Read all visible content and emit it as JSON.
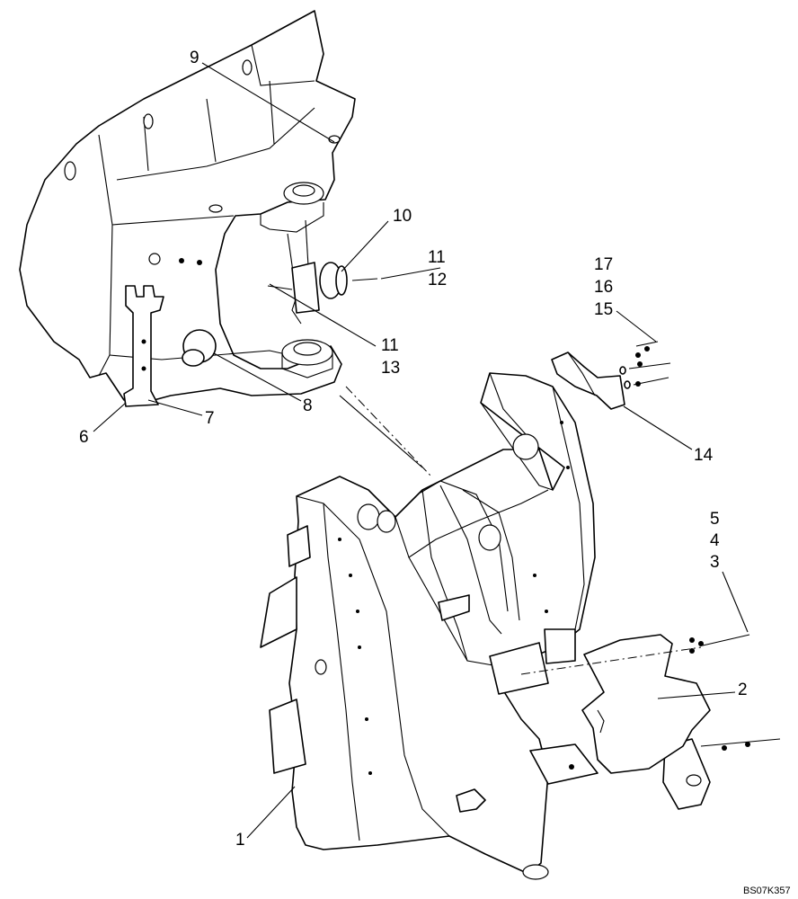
{
  "callouts": {
    "c1": "1",
    "c2": "2",
    "c3": "3",
    "c4": "4",
    "c5": "5",
    "c6": "6",
    "c7": "7",
    "c8": "8",
    "c9": "9",
    "c10": "10",
    "c11a": "11",
    "c12": "12",
    "c11b": "11",
    "c13": "13",
    "c14": "14",
    "c15": "15",
    "c16": "16",
    "c17": "17"
  },
  "drawing_code": "BS07K357"
}
